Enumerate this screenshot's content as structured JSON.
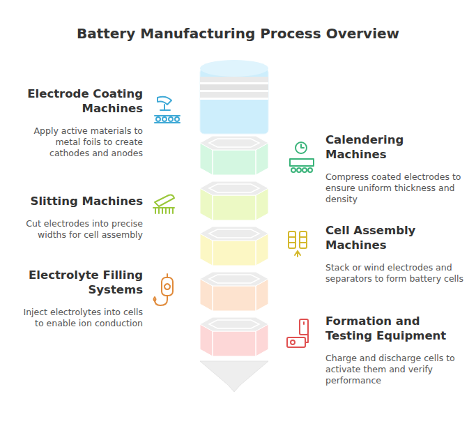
{
  "diagram": {
    "title": "Battery Manufacturing Process Overview",
    "nodes": [
      {
        "text": [
          "Electrode Coating Machines",
          "Apply active materials to metal foils to create cathodes and anodes"
        ]
      },
      {
        "text": [
          "Calendering Machines",
          "Compress coated electrodes to ensure uniform thickness and density"
        ]
      },
      {
        "text": [
          "Slitting Machines",
          "Cut electrodes into precise widths for cell assembly"
        ]
      },
      {
        "text": [
          "Cell Assembly Machines",
          "Stack or wind electrodes and separators to form battery cells"
        ]
      },
      {
        "text": [
          "Electrolyte Filling Systems",
          "Inject electrolytes into cells to enable ion conduction"
        ]
      },
      {
        "text": [
          "Formation and Testing Equipment",
          "Charge and discharge cells to activate them and verify performance"
        ]
      }
    ]
  }
}
